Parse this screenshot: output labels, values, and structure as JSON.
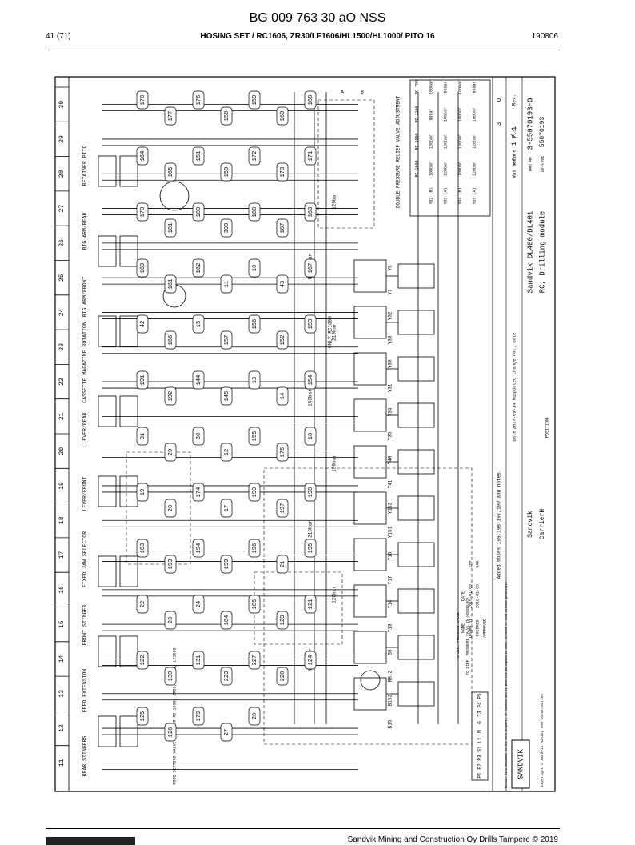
{
  "header": {
    "doc_code": "BG 009 763 30 aO NSS",
    "page": "41 (71)",
    "title": "HOSING SET / RC1606, ZR30/LF1606/HL1500/HL1000/ PITO 16",
    "date": "190806"
  },
  "footer": {
    "company": "Sandvik Mining and Construction Oy Drills Tampere © 2019"
  },
  "drawing": {
    "zones": [
      "11",
      "12",
      "13",
      "14",
      "15",
      "16",
      "17",
      "18",
      "19",
      "20",
      "21",
      "22",
      "23",
      "24",
      "25",
      "26",
      "27",
      "28",
      "29",
      "30"
    ],
    "rows": [
      "A",
      "B"
    ],
    "functions": [
      "REAR STINGERS",
      "FEED EXTENSION",
      "FRONT STINGER",
      "FIXED JAW SELECTOR",
      "LEVER/FRONT",
      "LEVER/REAR",
      "CASSETTE MAGAZINE ROTATION",
      "BIG ARM/FRONT",
      "BIG ARM/REAR",
      "RETAINER PITO"
    ],
    "only_note": "ONLY RC1600",
    "mode_note": "MODE SETTING VALVE STMD FOR RC 1600, ZR30, PITO16, LF1600",
    "pressures": [
      "N2 80bar",
      "120bar",
      "210bar",
      "150bar",
      "150bar",
      "210bar",
      "N2 100bar",
      "120bar"
    ],
    "valves": [
      "Y8",
      "Y7",
      "Y32",
      "Y33",
      "Y30",
      "Y31",
      "Y34",
      "Y35",
      "Y40",
      "Y41",
      "Y152",
      "Y151",
      "Y16",
      "Y17",
      "Y14",
      "Y13",
      "S8",
      "B8.2",
      "B152",
      "B15"
    ],
    "hose_numbers": [
      "178",
      "177",
      "176",
      "158",
      "159",
      "169",
      "168",
      "164",
      "165",
      "151",
      "150",
      "172",
      "173",
      "171",
      "170",
      "181",
      "180",
      "300",
      "188",
      "187",
      "163",
      "160",
      "161",
      "162",
      "11",
      "10",
      "43",
      "167",
      "42",
      "166",
      "15",
      "157",
      "156",
      "152",
      "153",
      "191",
      "192",
      "144",
      "145",
      "13",
      "14",
      "154",
      "31",
      "29",
      "30",
      "12",
      "155",
      "175",
      "18",
      "19",
      "20",
      "174",
      "17",
      "190",
      "197",
      "198",
      "183",
      "193",
      "194",
      "199",
      "196",
      "21",
      "195",
      "22",
      "23",
      "24",
      "184",
      "185",
      "120",
      "121",
      "122",
      "130",
      "131",
      "223",
      "227",
      "228",
      "124",
      "125",
      "126",
      "179",
      "27",
      "28"
    ],
    "ports": [
      "P5",
      "P4",
      "T3",
      "G",
      "M",
      "L1",
      "S1",
      "P3",
      "P2",
      "P1"
    ],
    "port_labels": [
      "TO DIF. PRESSURE VALVE",
      "TO DIFF. PRESSURE VALVE IN HOSEBLOCK"
    ],
    "relief_table": {
      "title": "DOUBLE PRESSURE RELIEF VALVE ADJUSTMENT",
      "headers": [
        "",
        "RC 1600",
        "RC 1000",
        "RC 1100",
        "RC 700"
      ],
      "rows": [
        [
          "Y32 (B)",
          "180bar",
          "180bar",
          "90bar",
          "180bar"
        ],
        [
          "Y33 (A)",
          "120bar",
          "180bar",
          "180bar",
          "90bar"
        ],
        [
          "Y34 (B)",
          "180bar",
          "180bar",
          "180bar",
          "180bar"
        ],
        [
          "Y35 (A)",
          "120bar",
          "120bar",
          "100bar",
          "80bar"
        ]
      ]
    },
    "revision": {
      "rev": "O",
      "pcs": "3",
      "labels": [
        "Rev.",
        "Pcs.",
        "Was before"
      ],
      "change_text": "Added hoses 199,198,197,190 and notes.",
      "entry": "2017-09-14 NL",
      "updated_label": "Updated Change not. Date",
      "date_label": "Date"
    },
    "title_block": {
      "product": "Sandvik DL400/DL401",
      "subtitle": "RC, Drilling module",
      "company": "Sandvik",
      "carrier": "CarrierH",
      "position_label": "POSITION",
      "sheet": "1 / 1",
      "sheet_label": "SHEET",
      "dwg_label": "DWG NR",
      "dwg_no": "3-55070193-O",
      "idcode_label": "ID-CODE",
      "id_code": "55070193",
      "drawn": [
        "DRAWN BY",
        "2016-01-05",
        "ZPV"
      ],
      "checked": [
        "CHECKED",
        "2016-01-05",
        "KAK"
      ],
      "approved": [
        "APPROVED",
        "",
        ""
      ],
      "name_label": "NAME",
      "date_label": "DATE",
      "notice": "NOTICE: This document is the sole property of Sandvik and it must not be copied or used, altered or used without permission.",
      "logo": "SANDVIK",
      "copyright": "Copyright © Sandvik Mining and Construction"
    }
  }
}
